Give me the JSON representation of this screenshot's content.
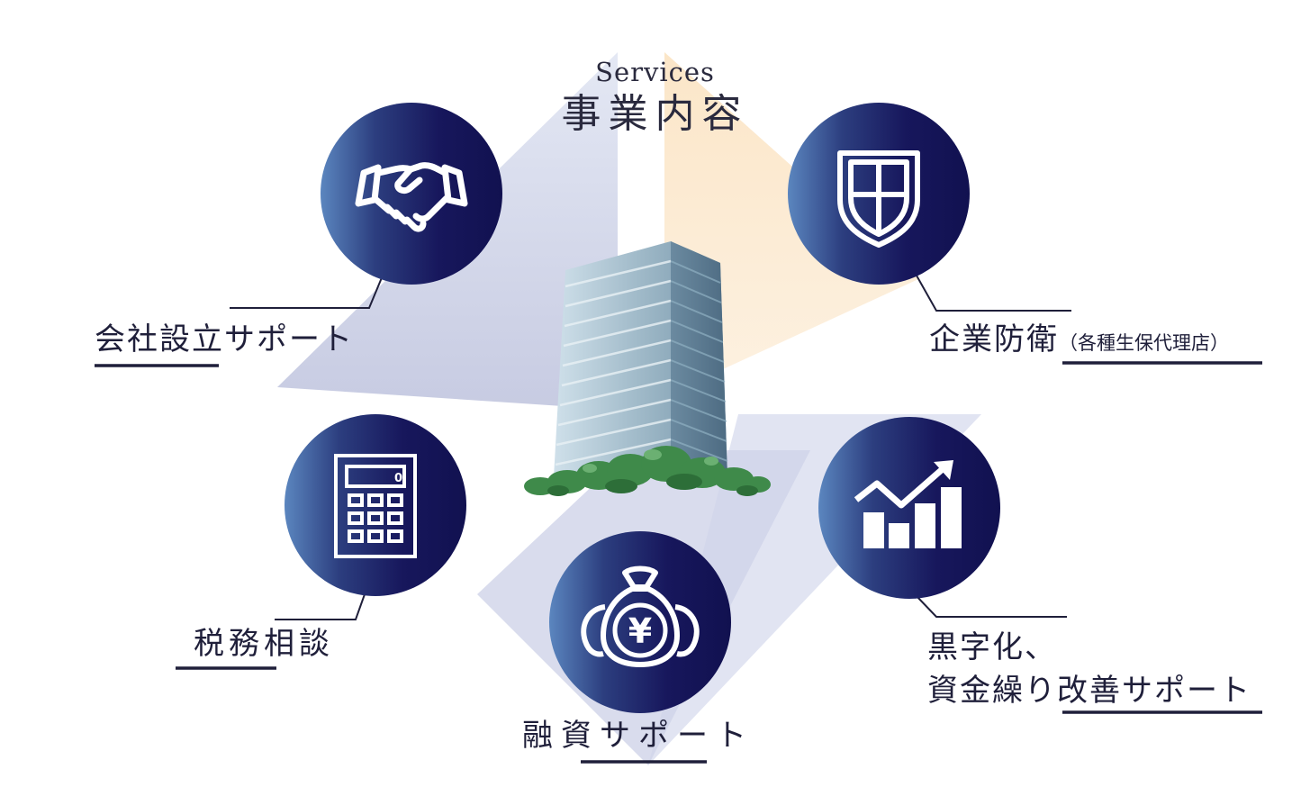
{
  "header": {
    "subtitle": "Services",
    "title": "事業内容"
  },
  "services": [
    {
      "id": "company-setup",
      "icon": "handshake-icon",
      "label_main": "会社設立サポート",
      "label_extra": ""
    },
    {
      "id": "corporate-defense",
      "icon": "shield-icon",
      "label_main": "企業防衛",
      "label_extra": "（各種生保代理店）"
    },
    {
      "id": "tax-consultation",
      "icon": "calculator-icon",
      "label_main": "税務相談",
      "label_extra": ""
    },
    {
      "id": "profit-cashflow",
      "icon": "growth-chart-icon",
      "label_main": "黒字化、",
      "label_extra": "資金繰り改善サポート"
    },
    {
      "id": "financing",
      "icon": "money-bag-icon",
      "label_main": "融資サポート",
      "label_extra": "",
      "currency_symbol": "¥"
    }
  ],
  "colors": {
    "navy": "#161656",
    "light_blue": "#5b86bf",
    "lavender": "#d3d6ea",
    "peach": "#fbe9d2",
    "leaf": "#3f8a4a"
  }
}
